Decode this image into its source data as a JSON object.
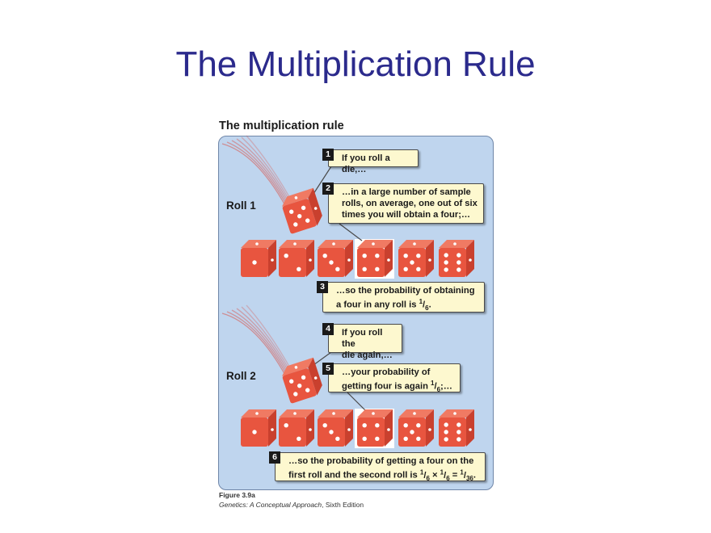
{
  "slide": {
    "title": "The Multiplication Rule"
  },
  "figure": {
    "heading": "The multiplication rule",
    "caption_number": "Figure 3.9a",
    "caption_book": "Genetics: A Conceptual Approach",
    "caption_edition": ", Sixth Edition"
  },
  "rolls": [
    {
      "label": "Roll 1"
    },
    {
      "label": "Roll 2"
    }
  ],
  "callouts": [
    {
      "num": "1",
      "text": "If you roll a die,…"
    },
    {
      "num": "2",
      "lines": [
        "…in a large number of sample",
        "rolls, on average, one out of six",
        "times you will obtain a four;…"
      ]
    },
    {
      "num": "3",
      "lines": [
        "…so the probability of obtaining",
        "a four in any roll is "
      ],
      "frac": {
        "n": "1",
        "d": "6"
      },
      "suffix": "."
    },
    {
      "num": "4",
      "lines": [
        "If you roll the",
        "die again,…"
      ]
    },
    {
      "num": "5",
      "lines": [
        "…your probability of",
        "getting four is again "
      ],
      "frac": {
        "n": "1",
        "d": "6"
      },
      "suffix": ";…"
    },
    {
      "num": "6",
      "lines": [
        "…so the probability of getting a four on the",
        "first roll and the second roll is "
      ],
      "expr": [
        "1/6",
        "×",
        "1/6",
        "=",
        "1/36"
      ],
      "suffix": "."
    }
  ],
  "dice": {
    "faces": [
      1,
      2,
      3,
      4,
      5,
      6
    ],
    "highlighted_face": 4,
    "color": "#e8553f",
    "pip_color": "#ffffff"
  },
  "colors": {
    "title": "#2b2a8c",
    "panel_bg": "#bfd5ee",
    "callout_bg": "#fdf8cf",
    "trail": "#d9534a"
  }
}
